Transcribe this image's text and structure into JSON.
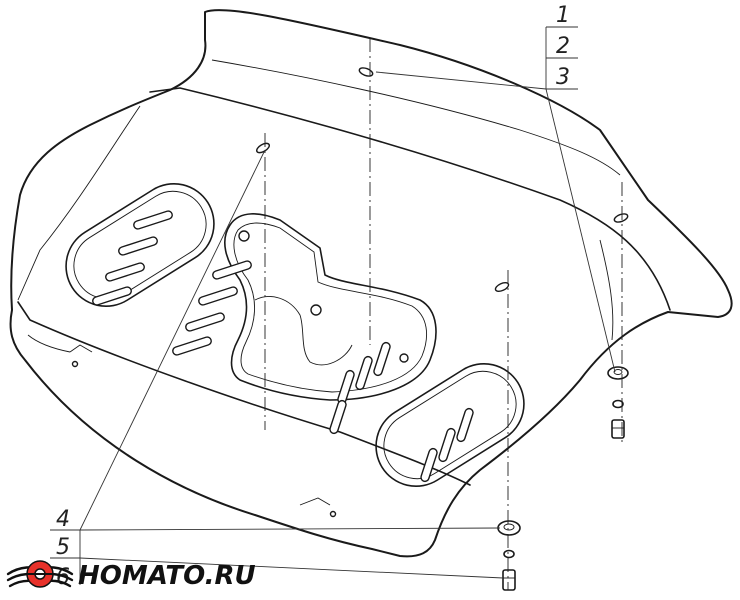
{
  "callouts": [
    "1",
    "2",
    "3",
    "4",
    "5",
    "6"
  ],
  "logo": {
    "text": "HOMATO.RU",
    "icon": "winged-wheel-logo-icon",
    "accent": "#e8312a"
  },
  "colors": {
    "line": "#1a1a1a",
    "background": "#ffffff"
  }
}
